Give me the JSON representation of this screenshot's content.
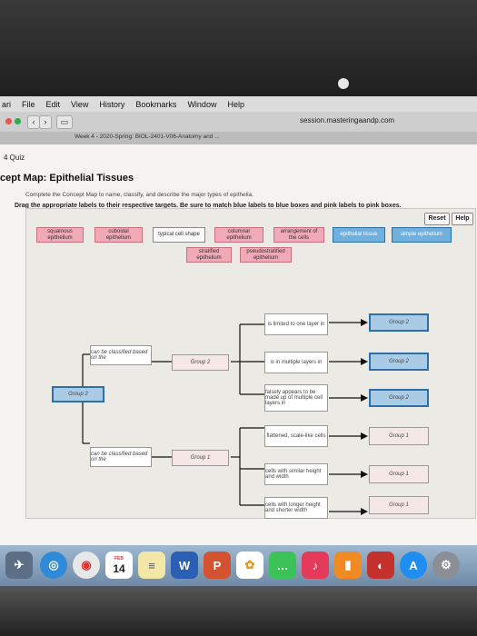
{
  "menu": {
    "app": "ari",
    "items": [
      "File",
      "Edit",
      "View",
      "History",
      "Bookmarks",
      "Window",
      "Help"
    ]
  },
  "browser": {
    "url": "session.masteringaandp.com",
    "tab_text": "Week 4 - 2020-Spring: BIOL-2401-V06-Anatomy and ..."
  },
  "page": {
    "quiz_label": "4 Quiz",
    "title": "cept Map: Epithelial Tissues",
    "subtitle": "Complete the Concept Map to name, classify, and describe the major types of epithelia.",
    "instruction": "Drag the appropriate labels to their respective targets. Be sure to match blue labels to blue boxes and pink labels to pink boxes."
  },
  "controls": {
    "reset": "Reset",
    "help": "Help"
  },
  "labels": {
    "squamous": "squamous epithelium",
    "cuboidal": "cuboidal epithelium",
    "typical_cell_shape": "typical cell shape",
    "columnar": "columnar epithelium",
    "arrangement": "arrangement of the cells",
    "epithelial_tissue": "epithelial tissue",
    "simple_epithelium": "simple epithelium",
    "stratified": "stratified epithelium",
    "pseudostratified": "pseudostratified epithelium"
  },
  "map": {
    "can_be_classified_top": "can be classified based on the",
    "can_be_classified_bottom": "can be classified based on the",
    "group2_left": "Group 2",
    "group2_mid": "Group 2",
    "group1_mid": "Group 1",
    "limited_one_layer": "is limited to one layer in",
    "multiple_layers": "is in multiple layers in",
    "falsely_appears": "falsely appears to be made up of multiple cell layers in",
    "flattened": "flattened, scale-like cells",
    "similar_height": "cells with similar height and width",
    "longer_height": "cells with longer height and shorter width",
    "right_group2_a": "Group 2",
    "right_group2_b": "Group 2",
    "right_group2_c": "Group 2",
    "right_group1_a": "Group 1",
    "right_group1_b": "Group 1",
    "right_group1_c": "Group 1"
  },
  "dock": {
    "calendar_month": "FEB",
    "calendar_day": "14"
  },
  "colors": {
    "pink_label": "#f0a9b6",
    "blue_label": "#6fb0df",
    "blue_target": "#a9cbe6"
  }
}
